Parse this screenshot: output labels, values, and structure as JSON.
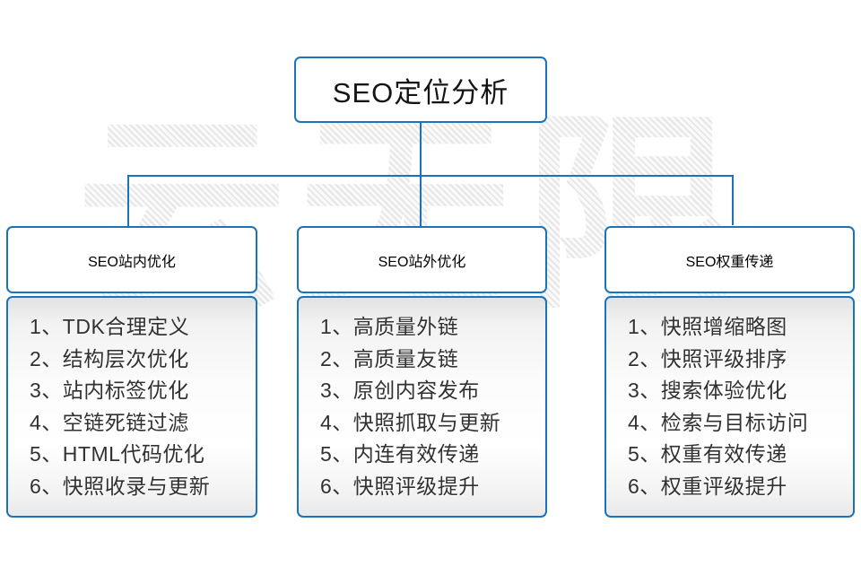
{
  "accent_color": "#1b74bb",
  "watermark": {
    "text": "云无限"
  },
  "diagram": {
    "root": {
      "title": "SEO定位分析"
    },
    "columns": [
      {
        "title": "SEO站内优化",
        "items": [
          "1、TDK合理定义",
          "2、结构层次优化",
          "3、站内标签优化",
          "4、空链死链过滤",
          "5、HTML代码优化",
          "6、快照收录与更新"
        ]
      },
      {
        "title": "SEO站外优化",
        "items": [
          "1、高质量外链",
          "2、高质量友链",
          "3、原创内容发布",
          "4、快照抓取与更新",
          "5、内连有效传递",
          "6、快照评级提升"
        ]
      },
      {
        "title": "SEO权重传递",
        "items": [
          "1、快照增缩略图",
          "2、快照评级排序",
          "3、搜索体验优化",
          "4、检索与目标访问",
          "5、权重有效传递",
          "6、权重评级提升"
        ]
      }
    ]
  }
}
